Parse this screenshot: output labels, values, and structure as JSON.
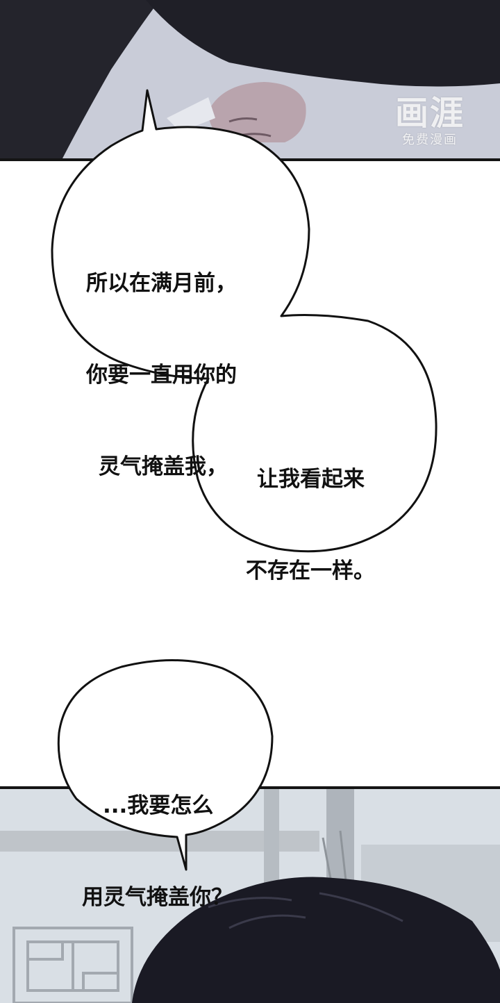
{
  "watermark": {
    "logo": "画涯",
    "subtitle": "免费漫画"
  },
  "bubbles": [
    {
      "lines": [
        "所以在满月前，",
        "你要一直用你的",
        "灵气掩盖我，"
      ]
    },
    {
      "lines": [
        "让我看起来",
        "不存在一样。"
      ]
    },
    {
      "lines": [
        "...我要怎么",
        "用灵气掩盖你？"
      ]
    }
  ],
  "colors": {
    "panel_border": "#141414",
    "bubble_fill": "#ffffff",
    "bubble_stroke": "#111111",
    "hair": "#1a1a24"
  }
}
